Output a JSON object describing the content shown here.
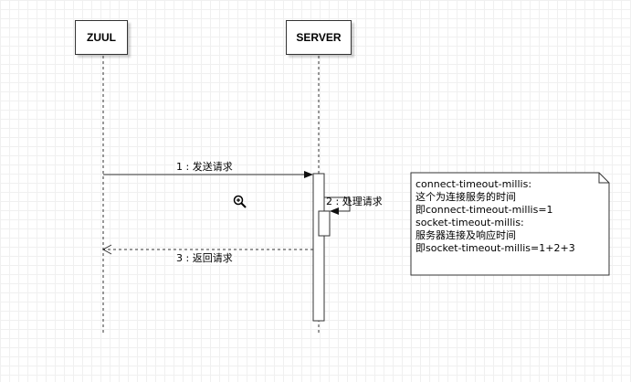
{
  "participants": [
    {
      "id": "zuul",
      "label": "ZUUL"
    },
    {
      "id": "server",
      "label": "SERVER"
    }
  ],
  "messages": [
    {
      "number": "1",
      "text": "1 : 发送请求",
      "type": "sync"
    },
    {
      "number": "2",
      "text": "2 : 处理请求",
      "type": "self"
    },
    {
      "number": "3",
      "text": "3 : 返回请求",
      "type": "return"
    }
  ],
  "note": {
    "lines": [
      "connect-timeout-millis:",
      "这个为连接服务的时间",
      "即connect-timeout-millis=1",
      "socket-timeout-millis:",
      "服务器连接及响应时间",
      "即socket-timeout-millis=1+2+3"
    ]
  },
  "cursor_icon": "zoom-in-icon"
}
